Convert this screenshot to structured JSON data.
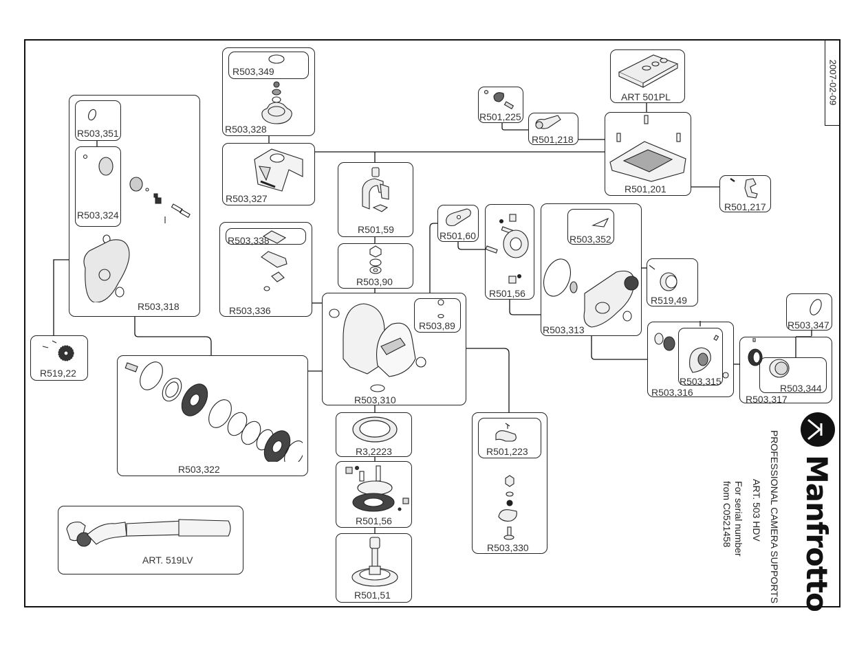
{
  "document": {
    "date": "2007-02-09",
    "brand": {
      "name": "Manfrotto",
      "tagline": "PROFESSIONAL CAMERA SUPPORTS",
      "model": "ART. 503 HDV",
      "serial_line1": "For serial number",
      "serial_line2": "from C0521458"
    }
  },
  "parts": {
    "r503_349": "R503,349",
    "r503_328": "R503,328",
    "r503_327": "R503,327",
    "r503_351": "R503,351",
    "r503_324": "R503,324",
    "r503_318": "R503,318",
    "r519_22": "R519,22",
    "r503_338": "R503,338",
    "r503_336": "R503,336",
    "r501_59": "R501,59",
    "r503_90": "R503,90",
    "r503_310": "R503,310",
    "r503_89": "R503,89",
    "r503_322": "R503,322",
    "art_519lv": "ART. 519LV",
    "r3_2223": "R3,2223",
    "r501_56_bottom": "R501,56",
    "r501_51": "R501,51",
    "r501_223": "R501,223",
    "r503_330": "R503,330",
    "r501_225": "R501,225",
    "r501_218": "R501,218",
    "art_501pl": "ART 501PL",
    "r501_201": "R501,201",
    "r501_217": "R501,217",
    "r501_60": "R501,60",
    "r501_56_top": "R501,56",
    "r503_352": "R503,352",
    "r503_313": "R503,313",
    "r519_49": "R519,49",
    "r503_347": "R503,347",
    "r503_316": "R503,316",
    "r503_315": "R503,315",
    "r503_317": "R503,317",
    "r503_344": "R503,344"
  }
}
